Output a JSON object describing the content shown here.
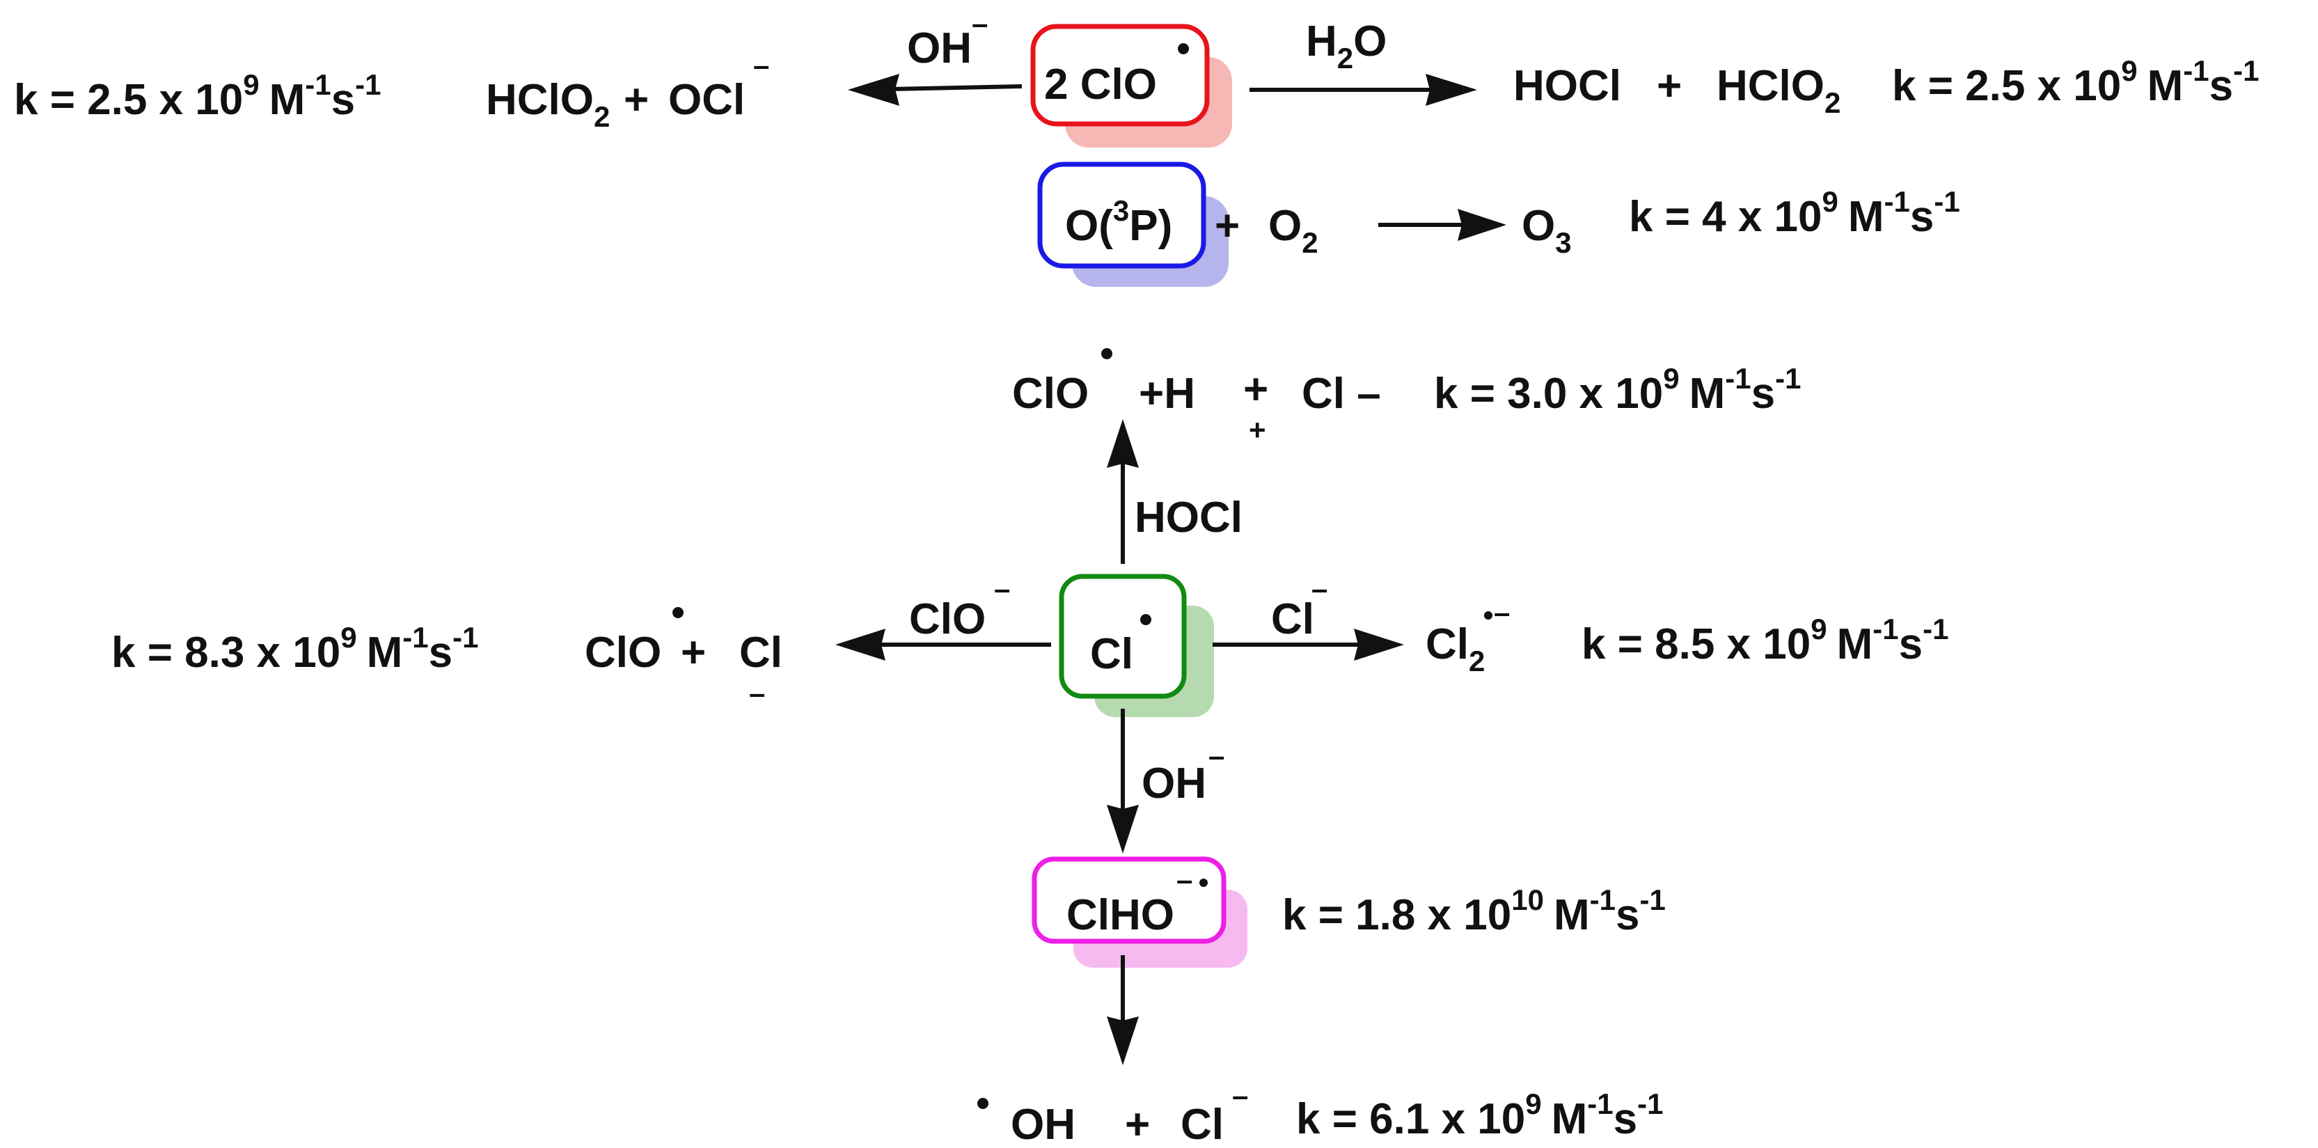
{
  "colors": {
    "red": "#e8141c",
    "red_shadow": "#f5b8b4",
    "blue": "#1a1ae6",
    "blue_shadow": "#b6b4ec",
    "green": "#128a12",
    "green_shadow": "#b6dab0",
    "magenta": "#ee1ee6",
    "magenta_shadow": "#f6baf0",
    "ink": "#111111"
  },
  "top": {
    "reactant": {
      "coef": "2 ClO",
      "box_color": "red"
    },
    "left_reagent": {
      "text": "OH",
      "charge": "–"
    },
    "left_products": {
      "p1": "HClO",
      "p1_sub": "2",
      "plus": "+",
      "p2": "OCl",
      "p2_charge": "–"
    },
    "left_rate": {
      "prefix": "k = 2.5 x 10",
      "exp": "9",
      "unit_a": "M",
      "unit_a_exp": "-1",
      "unit_b": "s",
      "unit_b_exp": "-1"
    },
    "right_reagent": {
      "h": "H",
      "sub": "2",
      "o": "O"
    },
    "right_products": {
      "p1": "HOCl",
      "plus": "+",
      "p2": "HClO",
      "p2_sub": "2"
    },
    "right_rate": {
      "prefix": "k = 2.5 x 10",
      "exp": "9",
      "unit_a": "M",
      "unit_a_exp": "-1",
      "unit_b": "s",
      "unit_b_exp": "-1"
    }
  },
  "oxygen": {
    "reactant_pre": "O(",
    "reactant_sup": "3",
    "reactant_post": "P)",
    "plus": "+",
    "o2": "O",
    "o2_sub": "2",
    "product": "O",
    "product_sub": "3",
    "rate": {
      "prefix": "k = 4 x 10",
      "exp": "9",
      "unit_a": "M",
      "unit_a_exp": "-1",
      "unit_b": "s",
      "unit_b_exp": "-1"
    }
  },
  "center": {
    "label": "Cl"
  },
  "up": {
    "reagent": "HOCl",
    "product1": "ClO",
    "product2": "+H",
    "plus_top": "+",
    "plus_bottom": "+",
    "product3": "Cl –",
    "rate": {
      "prefix": "k = 3.0 x 10",
      "exp": "9",
      "unit_a": "M",
      "unit_a_exp": "-1",
      "unit_b": "s",
      "unit_b_exp": "-1"
    }
  },
  "left": {
    "reagent": "ClO",
    "reagent_charge": "–",
    "product1": "ClO",
    "plus": "+",
    "product2": "Cl",
    "product2_charge": "–",
    "rate": {
      "prefix": "k = 8.3 x 10",
      "exp": "9",
      "unit_a": "M",
      "unit_a_exp": "-1",
      "unit_b": "s",
      "unit_b_exp": "-1"
    }
  },
  "right": {
    "reagent": "Cl",
    "reagent_charge": "–",
    "product": "Cl",
    "product_sub": "2",
    "product_charge": "–",
    "rate": {
      "prefix": "k = 8.5 x 10",
      "exp": "9",
      "unit_a": "M",
      "unit_a_exp": "-1",
      "unit_b": "s",
      "unit_b_exp": "-1"
    }
  },
  "down": {
    "reagent": "OH",
    "reagent_charge": "–",
    "intermediate": "ClHO",
    "intermediate_charge": "–",
    "intermediate_rate": {
      "prefix": "k = 1.8 x 10",
      "exp": "10",
      "unit_a": "M",
      "unit_a_exp": "-1",
      "unit_b": "s",
      "unit_b_exp": "-1"
    },
    "final_p1": "OH",
    "final_plus": "+",
    "final_p2": "Cl",
    "final_p2_charge": "–",
    "final_rate": {
      "prefix": "k = 6.1 x 10",
      "exp": "9",
      "unit_a": "M",
      "unit_a_exp": "-1",
      "unit_b": "s",
      "unit_b_exp": "-1"
    }
  }
}
